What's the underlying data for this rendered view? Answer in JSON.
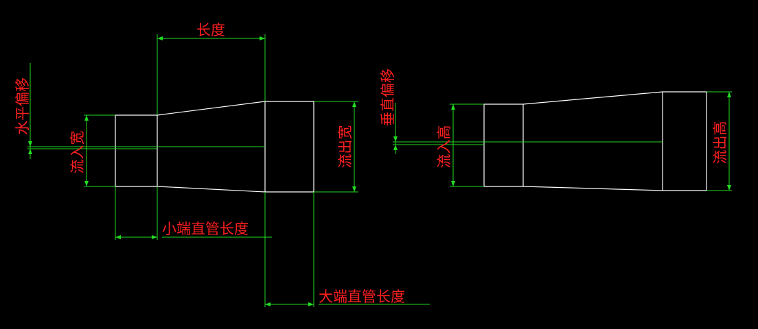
{
  "colors": {
    "background": "#000000",
    "outline": "#ffffff",
    "dimension": "#22dd22",
    "label": "#ff2020"
  },
  "labels": {
    "length": "长度",
    "horizontal_offset": "水平偏移",
    "inlet_width": "流入宽",
    "outlet_width": "流出宽",
    "small_end_pipe_length": "小端直管长度",
    "large_end_pipe_length": "大端直管长度",
    "vertical_offset": "垂直偏移",
    "inlet_height": "流入高",
    "outlet_height": "流出高"
  }
}
